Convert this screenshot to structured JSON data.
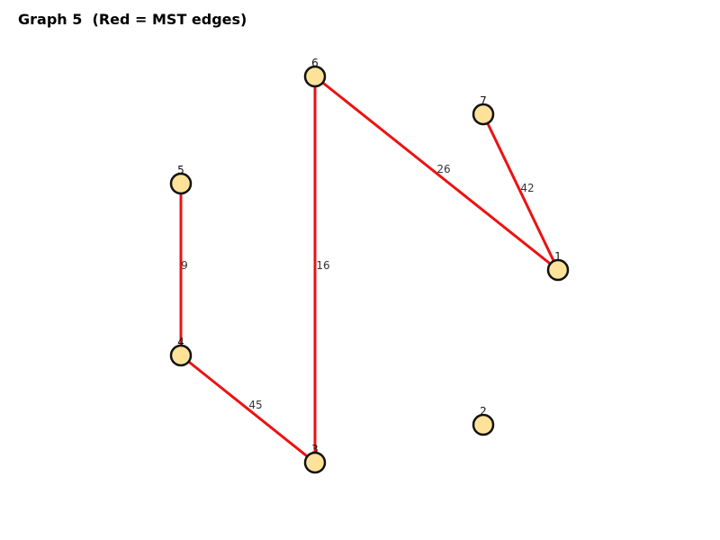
{
  "title": "Graph 5  (Red = MST edges)",
  "colors": {
    "mst_edge": "#ee1111",
    "node_fill": "#ffe29a",
    "node_stroke": "#111111"
  },
  "nodes": [
    {
      "id": "1"
    },
    {
      "id": "2"
    },
    {
      "id": "3"
    },
    {
      "id": "4"
    },
    {
      "id": "5"
    },
    {
      "id": "6"
    },
    {
      "id": "7"
    }
  ],
  "edges": [
    {
      "from": "6",
      "to": "1",
      "weight": "26",
      "mst": true
    },
    {
      "from": "7",
      "to": "1",
      "weight": "42",
      "mst": true
    },
    {
      "from": "6",
      "to": "3",
      "weight": "16",
      "mst": true
    },
    {
      "from": "5",
      "to": "4",
      "weight": "9",
      "mst": true
    },
    {
      "from": "4",
      "to": "3",
      "weight": "45",
      "mst": true
    }
  ]
}
